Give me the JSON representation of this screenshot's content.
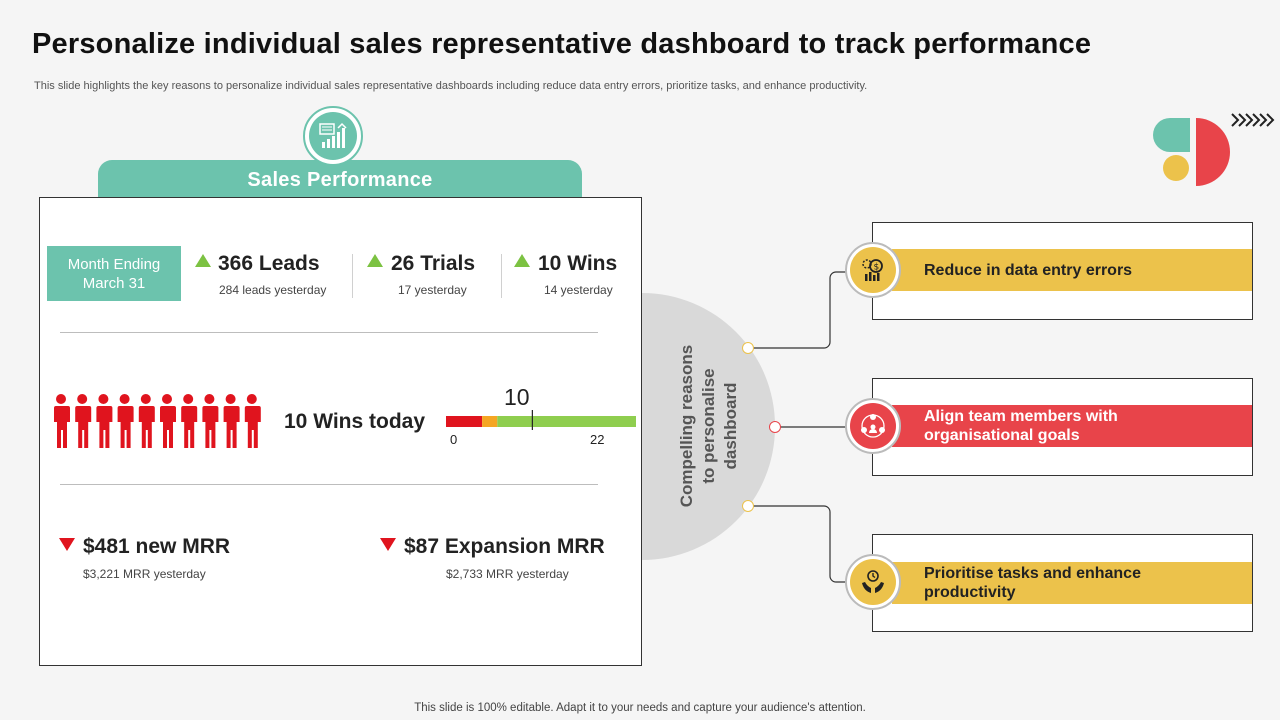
{
  "title": "Personalize individual sales representative dashboard to track performance",
  "subtitle": "This slide highlights the key reasons to personalize individual sales representative dashboards including reduce data entry errors, prioritize tasks, and enhance productivity.",
  "footer": "This slide is 100% editable. Adapt it to your needs and capture your audience's attention.",
  "sales_performance": {
    "header": "Sales Performance",
    "icon": "sales-chart-icon",
    "month_line1": "Month Ending",
    "month_line2": "March 31",
    "kpis": [
      {
        "value": "366 Leads",
        "sub": "284 leads yesterday",
        "trend": "up"
      },
      {
        "value": "26 Trials",
        "sub": "17 yesterday",
        "trend": "up"
      },
      {
        "value": "10 Wins",
        "sub": "14 yesterday",
        "trend": "up"
      }
    ],
    "people_icons": 10,
    "wins_today": "10 Wins today",
    "gauge": {
      "value": "10",
      "min": "0",
      "max": "22",
      "current": 10,
      "maximum": 22
    },
    "mrr": [
      {
        "value": "$481 new MRR",
        "sub": "$3,221 MRR yesterday",
        "trend": "down"
      },
      {
        "value": "$87 Expansion MRR",
        "sub": "$2,733 MRR yesterday",
        "trend": "down"
      }
    ]
  },
  "reasons": {
    "label_line1": "Compelling reasons",
    "label_line2": "to personalise",
    "label_line3": "dashboard",
    "items": [
      {
        "text": "Reduce in data entry errors",
        "icon": "data-settings-icon",
        "color": "#ecc24b"
      },
      {
        "line1": "Align team members with",
        "line2": "organisational goals",
        "icon": "team-icon",
        "color": "#e8444a"
      },
      {
        "line1": "Prioritise tasks and enhance",
        "line2": "productivity",
        "icon": "priority-hands-icon",
        "color": "#ecc24b"
      }
    ]
  },
  "colors": {
    "teal": "#6cc3ad",
    "yellow": "#ecc24b",
    "red": "#e8444a",
    "green": "#7cc242",
    "alert_red": "#e0141e"
  }
}
